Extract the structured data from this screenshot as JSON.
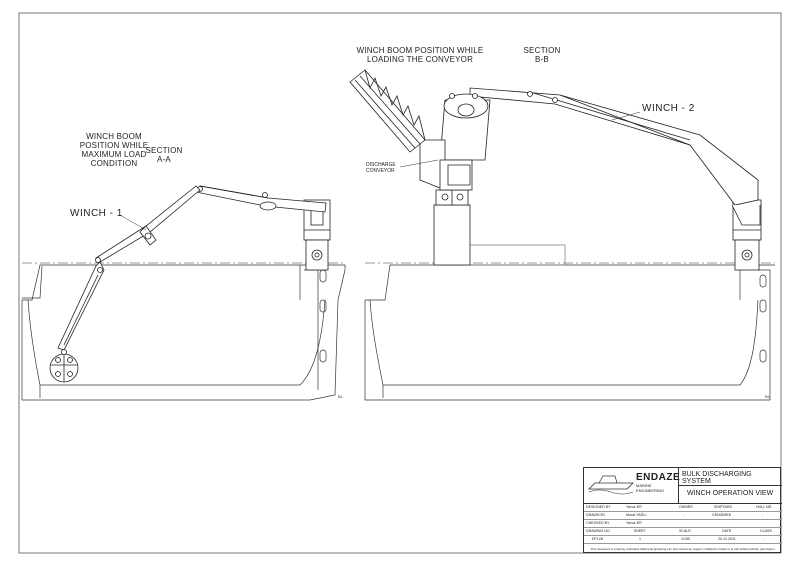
{
  "labels": {
    "section_aa": "SECTION\nA-A",
    "winch_boom_max_load": "WINCH BOOM\nPOSITION WHILE\nMAXIMUM LOAD\nCONDITION",
    "winch_1": "WINCH - 1",
    "winch_boom_loading": "WINCH BOOM POSITION WHILE\nLOADING THE CONVEYOR",
    "section_bb": "SECTION\nB-B",
    "winch_2": "WINCH - 2",
    "discharge_conveyor": "DISCHARGE\nCONVEYOR"
  },
  "title_block": {
    "company": "ENDAZE",
    "company_sub": "MARINE ENGINEERING",
    "project": "BULK DISCHARGING SYSTEM",
    "drawing_title": "WINCH OPERATION VIEW",
    "row1": {
      "c1": "DESIGNED BY",
      "c2": "Yavuz ER",
      "c3": "OWNER",
      "c4": "SHIPYARD",
      "c5": "HULL NR."
    },
    "row2": {
      "c1": "DRAWN BY",
      "c2": "Murat YAĞLI",
      "c3": "-",
      "c4": "CENGİMEK",
      "c5": "-"
    },
    "row3": {
      "c1": "CHECKED BY",
      "c2": "Yavuz ER",
      "c3": "",
      "c4": "",
      "c5": ""
    },
    "row4": {
      "c1": "DRAWING NO.",
      "c2": "SHEET",
      "c3": "SCALE",
      "c4": "DATE",
      "c5": "CLASS"
    },
    "row5": {
      "c1": "EP128",
      "c2": "1",
      "c3": "1/150",
      "c4": "20.12.2011",
      "c5": "-"
    },
    "footer": "This document is property of Endaze Marine Engineering Ltd. and cannot be copied, modified in whole or in part without written permission."
  }
}
